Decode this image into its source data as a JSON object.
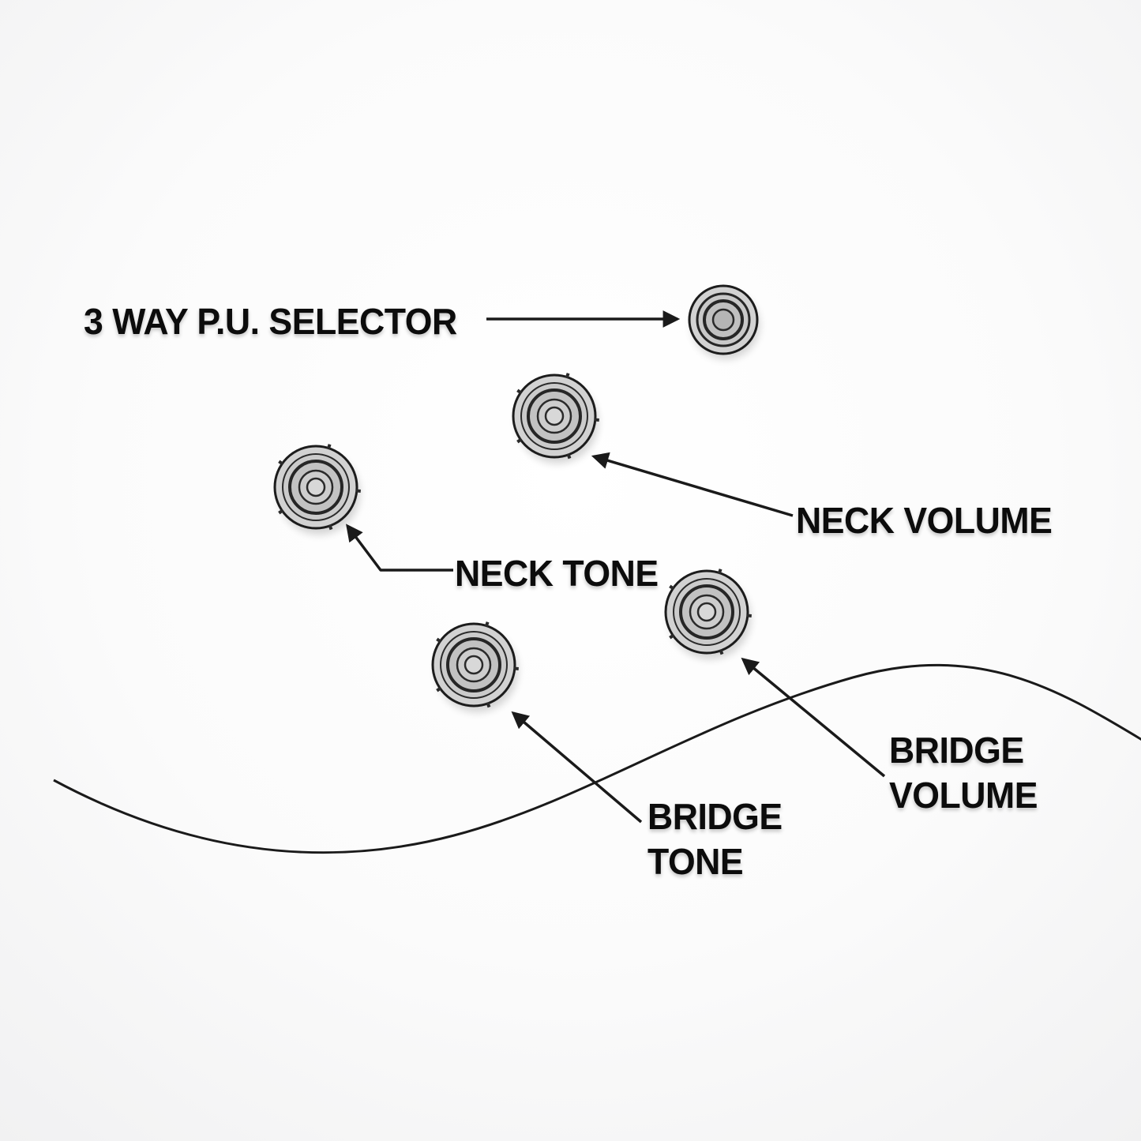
{
  "diagram": {
    "type": "guitar-controls-callout",
    "labels": {
      "selector": "3 WAY P.U. SELECTOR",
      "neck_volume": "NECK VOLUME",
      "neck_tone": "NECK TONE",
      "bridge_volume_line1": "BRIDGE",
      "bridge_volume_line2": "VOLUME",
      "bridge_tone_line1": "BRIDGE",
      "bridge_tone_line2": "TONE"
    },
    "colors": {
      "background": "#fbfbfb",
      "text": "#0c0c0c",
      "line": "#1a1a1a",
      "knob_fill": "#cccccc",
      "knob_stroke": "#1c1c1c"
    }
  }
}
